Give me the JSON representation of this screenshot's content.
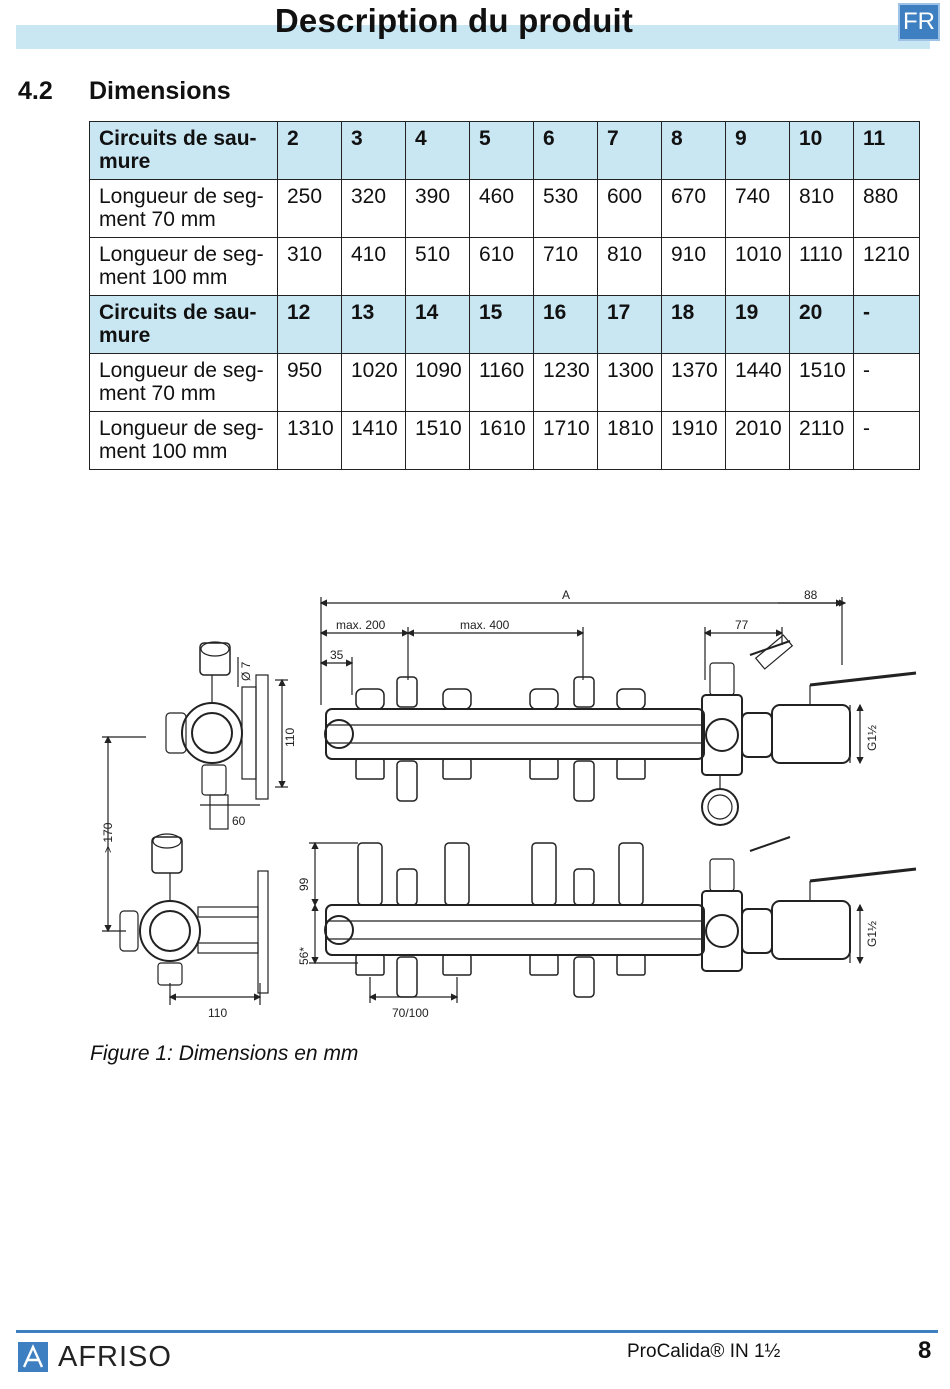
{
  "header": {
    "title": "Description du produit",
    "language_badge": "FR"
  },
  "section": {
    "number": "4.2",
    "title": "Dimensions"
  },
  "table": {
    "rows": [
      {
        "type": "header",
        "label": "Circuits de sau-mure",
        "cells": [
          "2",
          "3",
          "4",
          "5",
          "6",
          "7",
          "8",
          "9",
          "10",
          "11"
        ]
      },
      {
        "type": "data",
        "label": "Longueur de seg-ment 70 mm",
        "cells": [
          "250",
          "320",
          "390",
          "460",
          "530",
          "600",
          "670",
          "740",
          "810",
          "880"
        ]
      },
      {
        "type": "data",
        "label": "Longueur de seg-ment 100 mm",
        "cells": [
          "310",
          "410",
          "510",
          "610",
          "710",
          "810",
          "910",
          "1010",
          "1110",
          "1210"
        ]
      },
      {
        "type": "header",
        "label": "Circuits de sau-mure",
        "cells": [
          "12",
          "13",
          "14",
          "15",
          "16",
          "17",
          "18",
          "19",
          "20",
          "-"
        ]
      },
      {
        "type": "data",
        "label": "Longueur de seg-ment 70 mm",
        "cells": [
          "950",
          "1020",
          "1090",
          "1160",
          "1230",
          "1300",
          "1370",
          "1440",
          "1510",
          "-"
        ]
      },
      {
        "type": "data",
        "label": "Longueur de seg-ment 100 mm",
        "cells": [
          "1310",
          "1410",
          "1510",
          "1610",
          "1710",
          "1810",
          "1910",
          "2010",
          "2110",
          "-"
        ]
      }
    ]
  },
  "figure": {
    "dimension_labels": {
      "overall": "A",
      "max_200": "max. 200",
      "max_400": "max. 400",
      "d35": "35",
      "d77": "77",
      "d88": "88",
      "thread_top": "G1½",
      "thread_bottom": "G1½",
      "diameter": "Ø 7",
      "height_110": "110",
      "d60": "60",
      "gt170": "> 170",
      "d99": "99",
      "d56": "56*",
      "width_110": "110",
      "spacing": "70/100"
    },
    "caption": "Figure 1: Dimensions en mm"
  },
  "footer": {
    "brand": "AFRISO",
    "product": "ProCalida® IN 1½",
    "page": "8"
  },
  "colors": {
    "accent_blue": "#3d7fc1",
    "header_light_blue": "#c9e6f3"
  }
}
